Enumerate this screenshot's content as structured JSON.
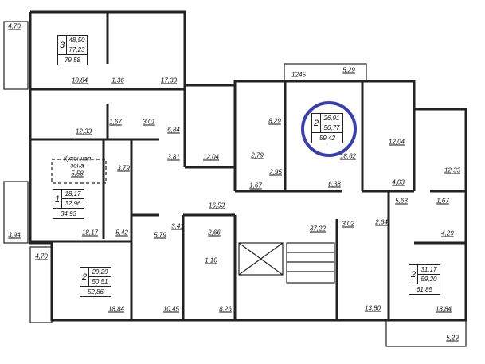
{
  "highlight_color": "#3a3fb0",
  "apartments": [
    {
      "rooms": "3",
      "living": "48,50",
      "total": "77,23",
      "total_balcony": "79,58"
    },
    {
      "rooms": "2",
      "living": "26,91",
      "total": "56,77",
      "total_balcony": "59,42"
    },
    {
      "rooms": "1",
      "living": "18,17",
      "total": "32,96",
      "total_balcony": "34,93"
    },
    {
      "rooms": "2",
      "living": "29,29",
      "total": "50,51",
      "total_balcony": "52,86"
    },
    {
      "rooms": "2",
      "living": "31,17",
      "total": "59,20",
      "total_balcony": "61,85"
    }
  ],
  "room_areas": [
    "4,70",
    "18,84",
    "1,36",
    "17,33",
    "1,67",
    "3,01",
    "6,84",
    "12,33",
    "5,58",
    "3,79",
    "3,81",
    "12,04",
    "8,29",
    "2,79",
    "1,67",
    "2,95",
    "18,62",
    "12,04",
    "12,33",
    "6,38",
    "4,03",
    "5,63",
    "1,67",
    "2,64",
    "4,29",
    "3,02",
    "37,22",
    "16,53",
    "18,17",
    "5,42",
    "3,94",
    "3,41",
    "5,79",
    "2,66",
    "1,10",
    "4,70",
    "18,84",
    "10,45",
    "8,26",
    "13,80",
    "18,84",
    "5,29",
    "5,29",
    "1245"
  ],
  "kitchen_zone_label": [
    "Кухонная",
    "зона"
  ]
}
